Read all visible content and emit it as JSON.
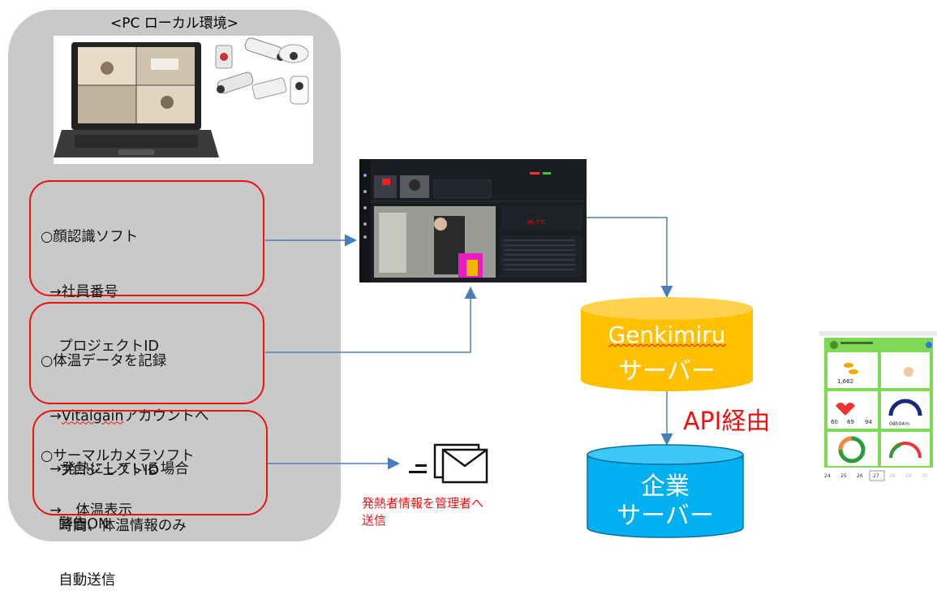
{
  "local_env": {
    "title": "<PC ローカル環境>"
  },
  "box_face": {
    "lines": [
      "○顔認識ソフト",
      "  →社員番号",
      "    プロジェクトID",
      "",
      "○サーマルカメラソフト",
      "  →　体温表示"
    ]
  },
  "box_record": {
    "line1": "○体温データを記録",
    "line2_prefix": "  →",
    "line2_brand": "Vitalgain",
    "line2_suffix": "アカウントへ",
    "line3": "    プロジェクトID",
    "line4": "    時間、体温情報のみ",
    "line5": "    自動送信"
  },
  "box_alert": {
    "lines": [
      "  →発熱にしている場合",
      "    警告ON"
    ]
  },
  "mail_caption": "発熱者情報を管理者へ\n送信",
  "genkimiru": {
    "brand": "Genkimiru",
    "server": "サーバー"
  },
  "api_label": "API経由",
  "enterprise": {
    "line1": "企業",
    "line2": "サーバー"
  },
  "thermal_screen": {
    "temp_readout": "36.7℃"
  },
  "phone_app": {
    "steps": "1,662",
    "hr_left": "60",
    "hr_mid": "69",
    "hr_right": "94",
    "sleep": "08h04m",
    "dates": [
      "24",
      "25",
      "26",
      "27",
      "28",
      "29",
      "30"
    ]
  },
  "colors": {
    "panel_gray": "#c9c9c9",
    "red": "#e11111",
    "arrow_blue": "#4a7ebb",
    "genkimiru_gold": "#ffc000",
    "enterprise_blue": "#00b0f0",
    "app_green": "#7ed957"
  }
}
